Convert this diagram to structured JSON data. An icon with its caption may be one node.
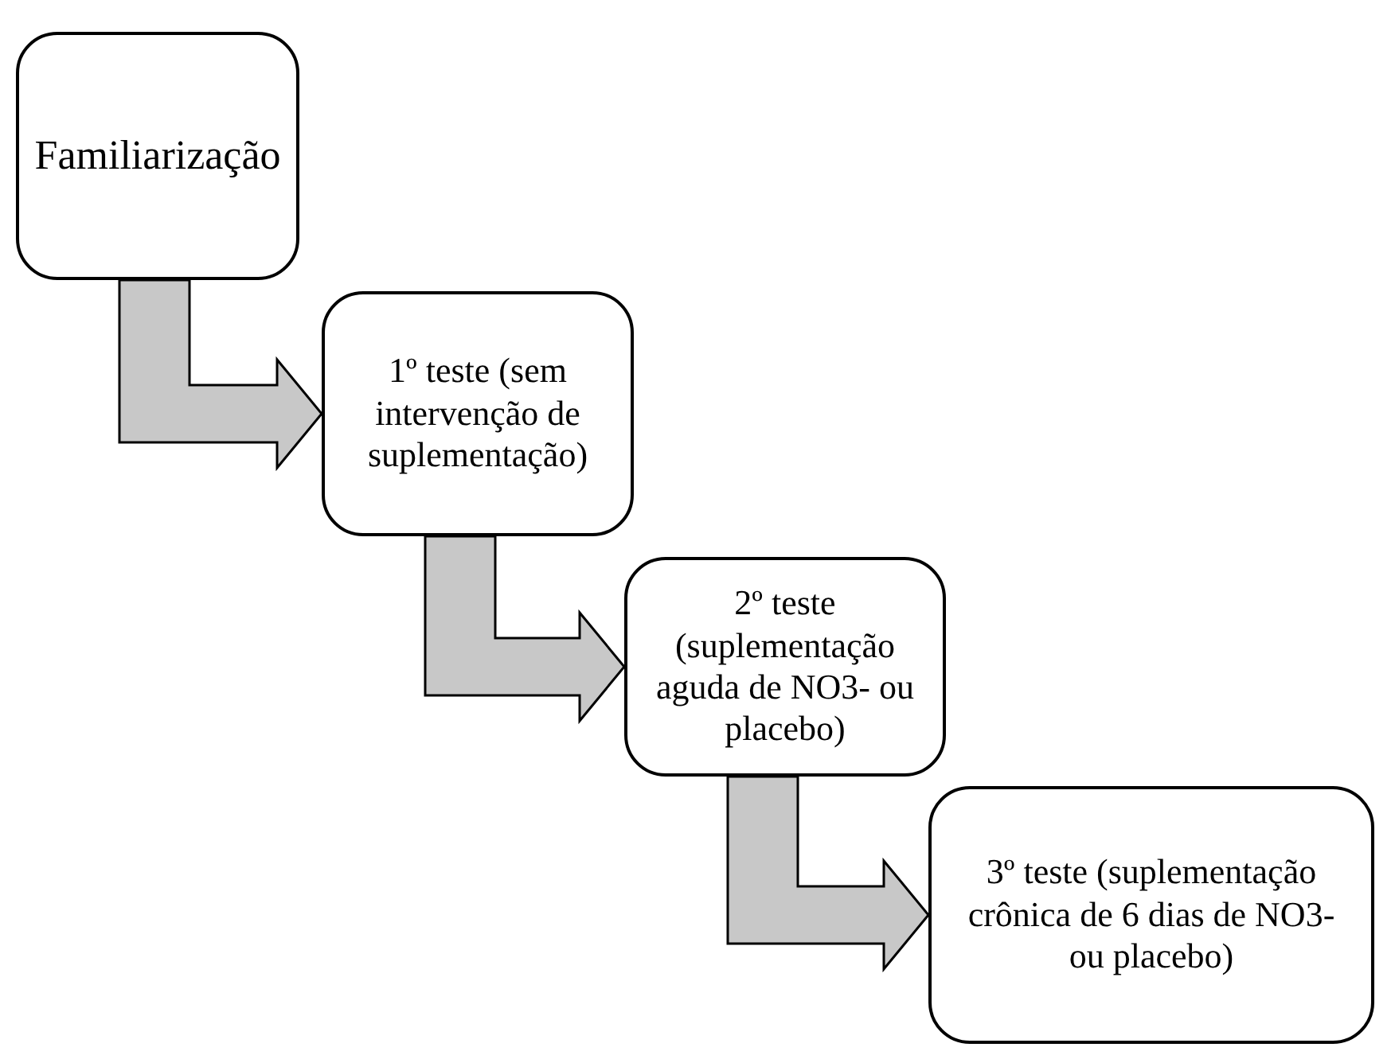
{
  "diagram": {
    "nodes": [
      {
        "text": [
          "Familiarização"
        ]
      },
      {
        "text": [
          "1º teste (sem intervenção de suplementação)"
        ]
      },
      {
        "text": [
          "2º teste (suplementação aguda de NO3- ou placebo)"
        ]
      },
      {
        "text": [
          "3º teste (suplementação crônica de 6 dias de NO3- ou placebo)"
        ]
      }
    ],
    "edges": [
      {
        "from": 0,
        "to": 1,
        "arrow": "to"
      },
      {
        "from": 1,
        "to": 2,
        "arrow": "to"
      },
      {
        "from": 2,
        "to": 3,
        "arrow": "to"
      }
    ]
  }
}
